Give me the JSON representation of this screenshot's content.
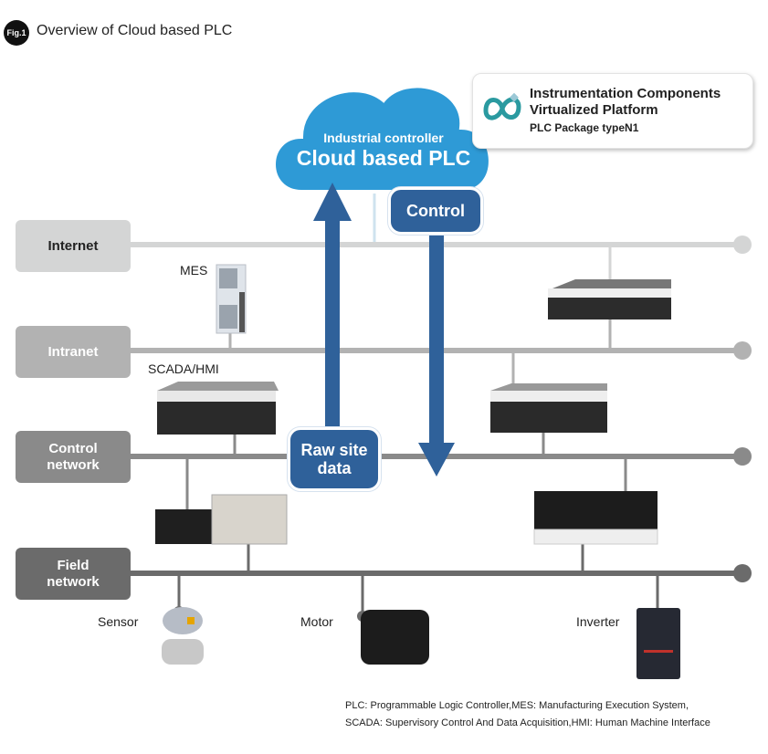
{
  "figure": {
    "badge": "Fig.1",
    "title": "Overview of Cloud based PLC"
  },
  "platform": {
    "logo_icon": "infinity-logo-icon",
    "line1": "Instrumentation Components",
    "line2": "Virtualized Platform",
    "line3": "PLC Package typeN1"
  },
  "cloud": {
    "subtitle": "Industrial controller",
    "title": "Cloud based PLC",
    "color": "#2e9ad6"
  },
  "arrows": {
    "up_label": "Raw site data",
    "up_label_line1": "Raw site",
    "up_label_line2": "data",
    "down_label": "Control",
    "color": "#2f619a"
  },
  "networks": [
    {
      "label_line1": "Internet",
      "label_line2": "",
      "color": "#d4d5d5",
      "text_color": "#222222"
    },
    {
      "label_line1": "Intranet",
      "label_line2": "",
      "color": "#b2b2b2",
      "text_color": "#ffffff"
    },
    {
      "label_line1": "Control",
      "label_line2": "network",
      "color": "#8a8a8a",
      "text_color": "#ffffff"
    },
    {
      "label_line1": "Field",
      "label_line2": "network",
      "color": "#6b6b6b",
      "text_color": "#ffffff"
    }
  ],
  "devices": {
    "mes": "MES",
    "scada": "SCADA/HMI",
    "sensor": "Sensor",
    "motor": "Motor",
    "inverter": "Inverter"
  },
  "footnote": {
    "line1": "PLC: Programmable Logic Controller,MES: Manufacturing Execution System,",
    "line2": "SCADA: Supervisory Control And Data Acquisition,HMI: Human Machine Interface"
  }
}
